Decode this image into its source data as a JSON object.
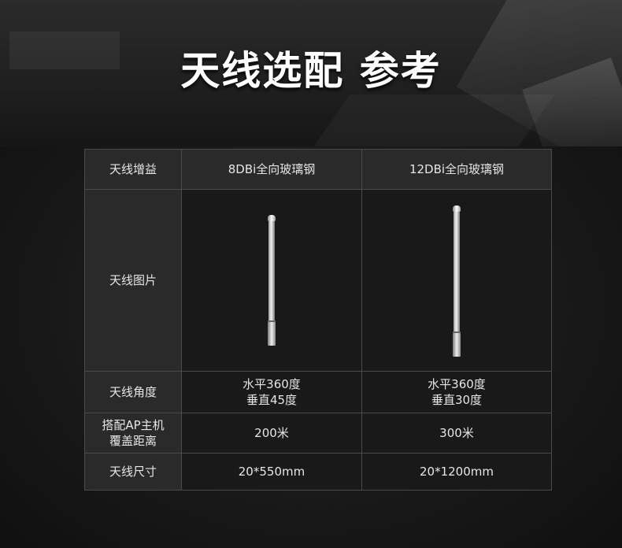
{
  "header": {
    "title": "天线选配 参考"
  },
  "table": {
    "header_row": {
      "label": "天线增益",
      "col1": "8DBi全向玻璃钢",
      "col2": "12DBi全向玻璃钢"
    },
    "picture_row": {
      "label": "天线图片",
      "col1_icon": "antenna-8dbi-icon",
      "col2_icon": "antenna-12dbi-icon"
    },
    "angle_row": {
      "label": "天线角度",
      "col1_line1": "水平360度",
      "col1_line2": "垂直45度",
      "col2_line1": "水平360度",
      "col2_line2": "垂直30度"
    },
    "coverage_row": {
      "label_line1": "搭配AP主机",
      "label_line2": "覆盖距离",
      "col1": "200米",
      "col2": "300米"
    },
    "size_row": {
      "label": "天线尺寸",
      "col1": "20*550mm",
      "col2": "20*1200mm"
    }
  }
}
